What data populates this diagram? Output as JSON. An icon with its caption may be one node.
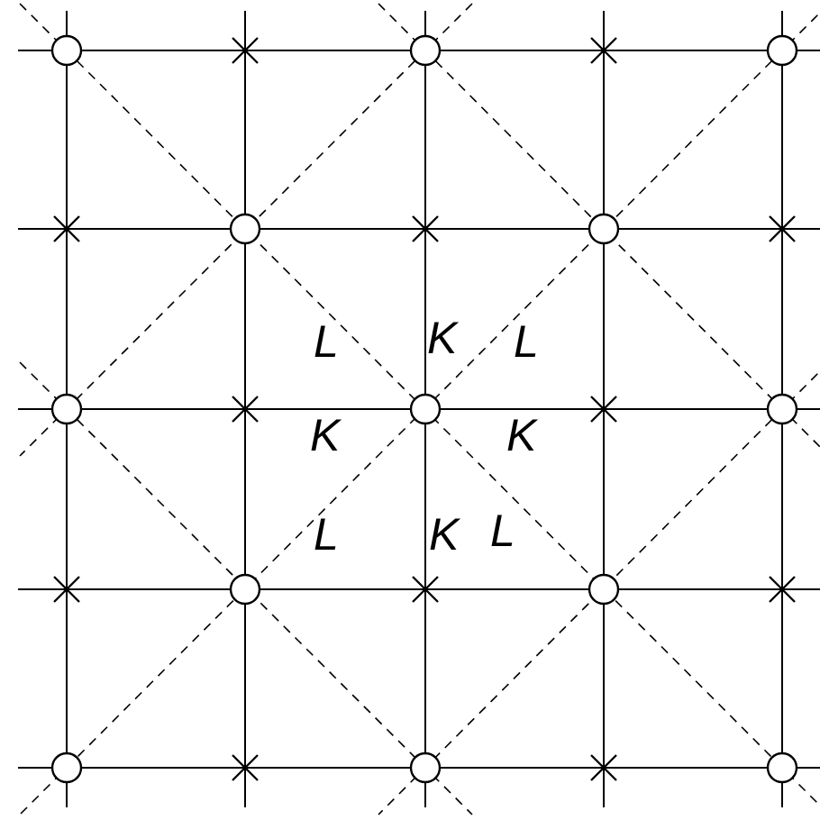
{
  "diagram": {
    "labels": [
      "L",
      "K",
      "L",
      "K",
      "K",
      "L",
      "K",
      "L"
    ]
  }
}
